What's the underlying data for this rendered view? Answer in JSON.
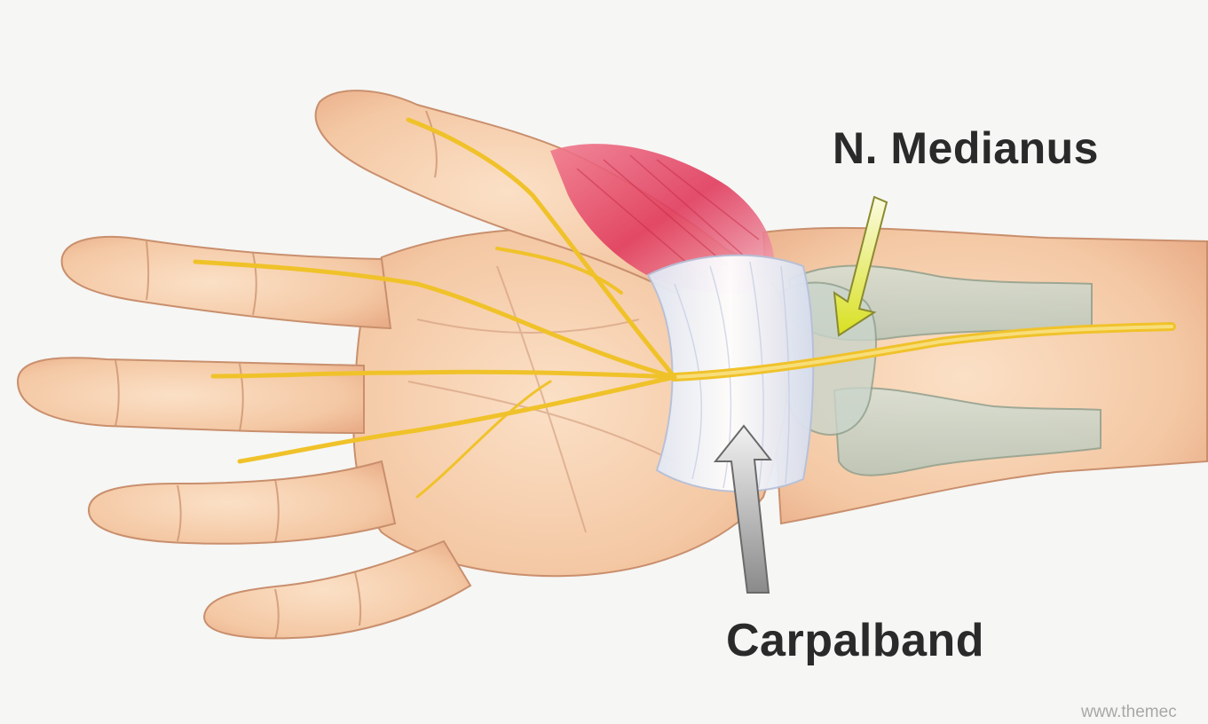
{
  "labels": {
    "median_nerve": "N. Medianus",
    "carpal_ligament": "Carpalband"
  },
  "watermark": "www.themec",
  "colors": {
    "skin": "#f4cba8",
    "skin_outline": "#b97d5c",
    "nerve": "#f0c22a",
    "muscle": "#e14866",
    "ligament": "#e7ecf6",
    "bone": "#c7d1c6",
    "arrow_median": "#e5ea2e",
    "arrow_carpal": "#9a9a9a",
    "label_text": "#2a2a2a"
  },
  "icons": {
    "median_arrow": "arrow-down-left-icon",
    "carpal_arrow": "arrow-up-icon"
  }
}
